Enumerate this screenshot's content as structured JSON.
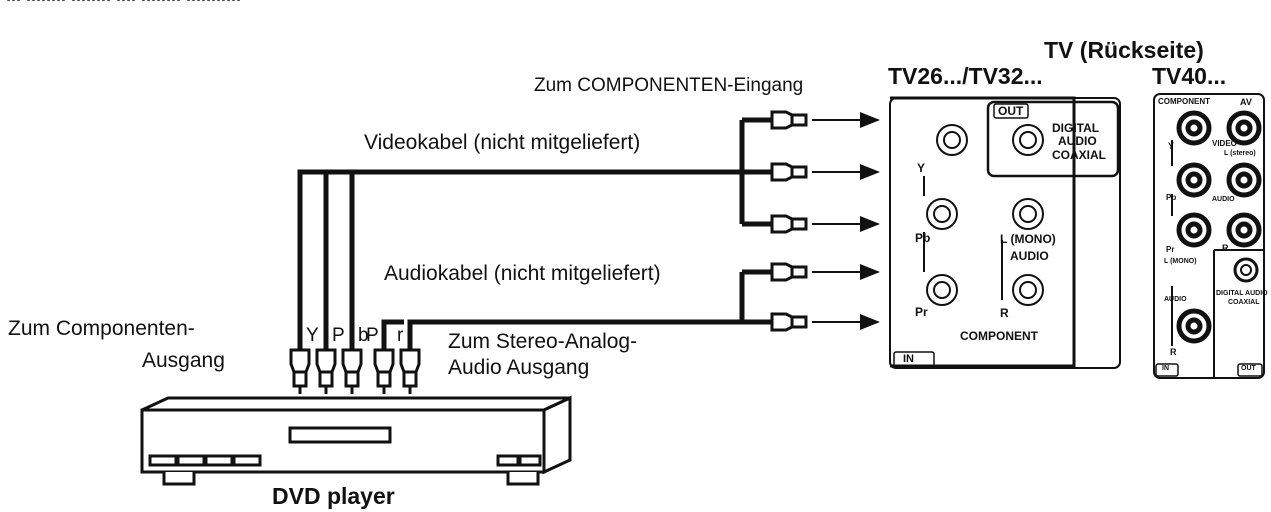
{
  "header_cut": "... ........ ........ .... ........ ...........",
  "tv_back_title": "TV (Rückseite)",
  "component_input_label": "Zum COMPONENTEN-Eingang",
  "video_cable_label": "Videokabel (nicht mitgeliefert)",
  "audio_cable_label": "Audiokabel (nicht mitgeliefert)",
  "component_output_label": [
    "Zum Componenten-",
    "Ausgang"
  ],
  "stereo_output_label": [
    "Zum Stereo-Analog-",
    "Audio Ausgang"
  ],
  "dvd_label": "DVD player",
  "dvd_plug_letters": [
    "Y",
    "P",
    "b",
    "P",
    "r"
  ],
  "tv_small": {
    "model": "TV26.../TV32...",
    "out_tag": "OUT",
    "digital_audio": [
      "DIGITAL",
      "AUDIO",
      "COAXIAL"
    ],
    "jack_y": "Y",
    "jack_pb": "Pb",
    "jack_pr": "Pr",
    "jack_l": "L (MONO)",
    "audio": "AUDIO",
    "jack_r": "R",
    "component": "COMPONENT",
    "in_tag": "IN"
  },
  "tv_large": {
    "model": "TV40...",
    "component": "COMPONENT",
    "av": "AV",
    "y": "Y",
    "video": "VIDEO",
    "l_stereo": "L (stereo)",
    "pb": "Pb",
    "audio_right": "AUDIO",
    "pr": "Pr",
    "r_right": "R",
    "l_mono": "L (MONO)",
    "audio_left": "AUDIO",
    "r_left": "R",
    "digital_audio_coaxial": [
      "DIGITAL AUDIO",
      "COAXIAL"
    ],
    "in_tag": "IN",
    "out_tag": "OUT"
  }
}
